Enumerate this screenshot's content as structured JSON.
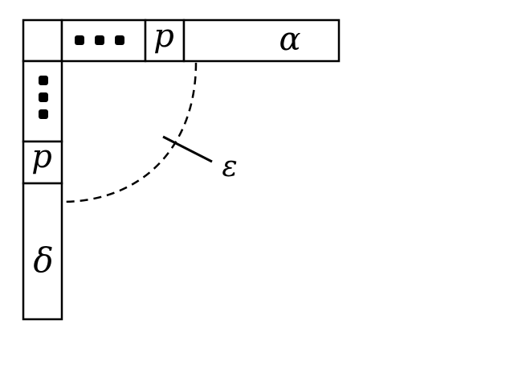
{
  "labels": {
    "top_p": "p",
    "top_alpha": "α",
    "left_p": "p",
    "left_delta": "δ",
    "epsilon": "ε"
  },
  "colors": {
    "stroke": "#000000",
    "background": "#ffffff"
  }
}
